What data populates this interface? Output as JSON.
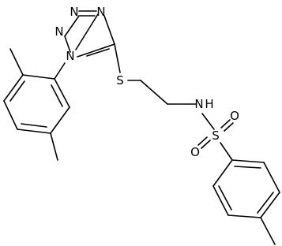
{
  "atom_labels": {
    "tetrazole_n1": "N",
    "tetrazole_n2": "N",
    "tetrazole_n3": "N",
    "tetrazole_n4": "N",
    "thioether_s": "S",
    "amine_n": "N",
    "amine_h": "H",
    "sulfonyl_s": "S",
    "sulfonyl_o_right": "O",
    "sulfonyl_o_left": "O"
  },
  "colors": {
    "bond": "#000000",
    "label": "#000000",
    "background": "#ffffff"
  }
}
